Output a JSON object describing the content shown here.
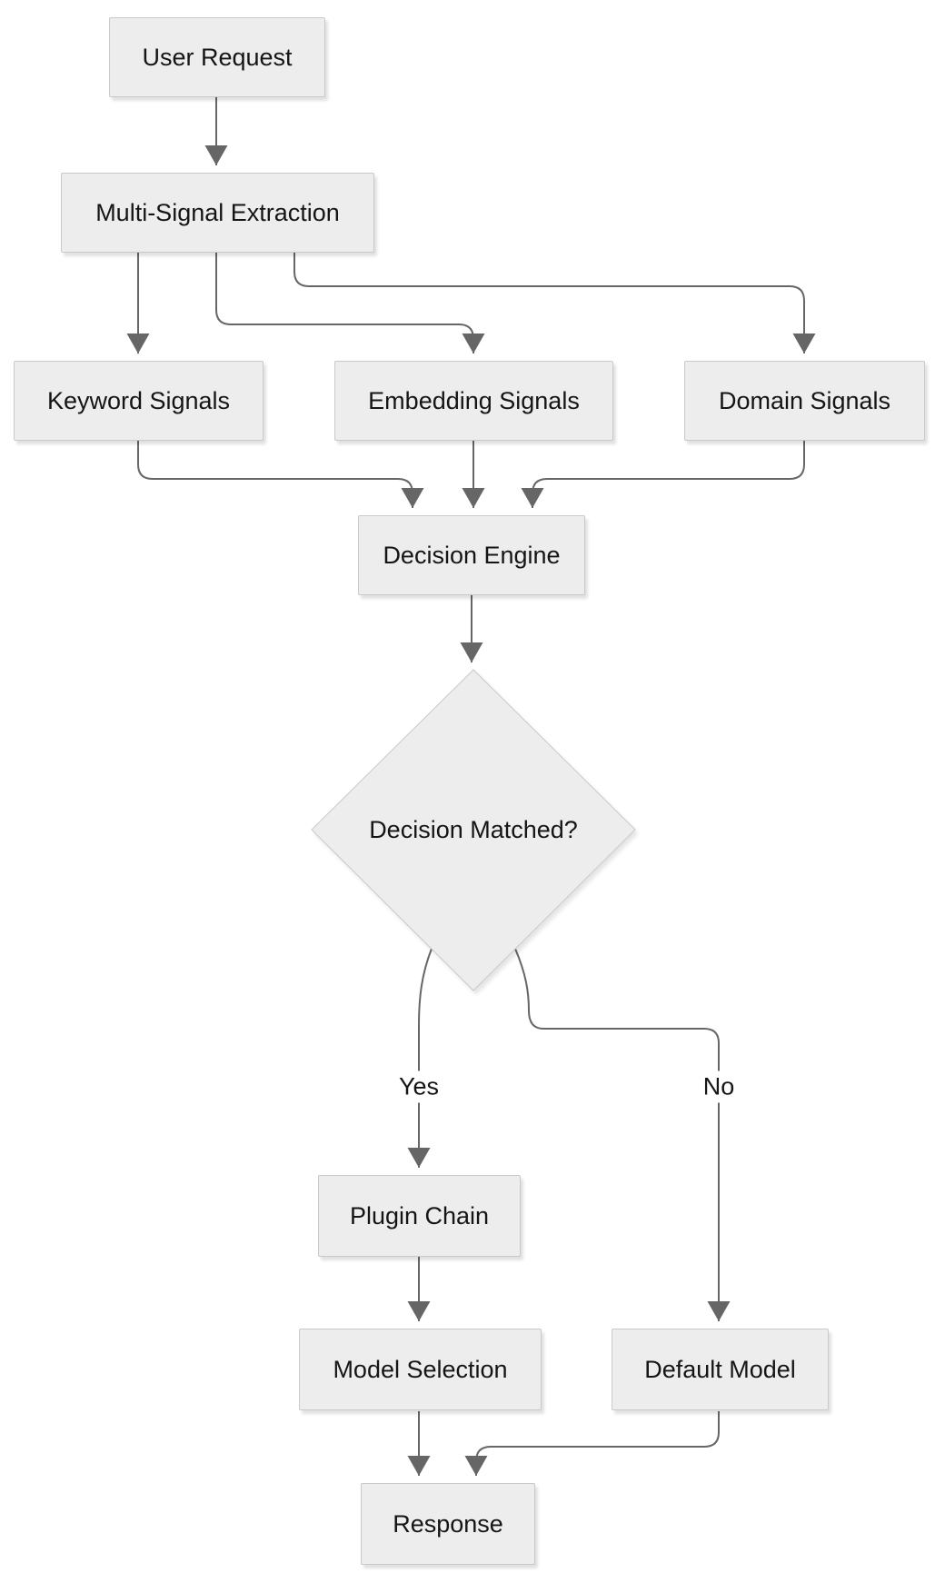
{
  "diagram": {
    "type": "flowchart",
    "direction": "top-down",
    "colors": {
      "background": "#ffffff",
      "node_fill": "#ededed",
      "node_border": "#c9c9c9",
      "edge_stroke": "#666666",
      "text": "#151515"
    },
    "nodes": [
      {
        "id": "user_request",
        "label": "User Request",
        "shape": "rect"
      },
      {
        "id": "multi_signal_extraction",
        "label": "Multi-Signal Extraction",
        "shape": "rect"
      },
      {
        "id": "keyword_signals",
        "label": "Keyword Signals",
        "shape": "rect"
      },
      {
        "id": "embedding_signals",
        "label": "Embedding Signals",
        "shape": "rect"
      },
      {
        "id": "domain_signals",
        "label": "Domain Signals",
        "shape": "rect"
      },
      {
        "id": "decision_engine",
        "label": "Decision Engine",
        "shape": "rect"
      },
      {
        "id": "decision_matched",
        "label": "Decision Matched?",
        "shape": "diamond"
      },
      {
        "id": "plugin_chain",
        "label": "Plugin Chain",
        "shape": "rect"
      },
      {
        "id": "model_selection",
        "label": "Model Selection",
        "shape": "rect"
      },
      {
        "id": "default_model",
        "label": "Default Model",
        "shape": "rect"
      },
      {
        "id": "response",
        "label": "Response",
        "shape": "rect"
      }
    ],
    "edges": [
      {
        "from": "user_request",
        "to": "multi_signal_extraction",
        "label": ""
      },
      {
        "from": "multi_signal_extraction",
        "to": "keyword_signals",
        "label": ""
      },
      {
        "from": "multi_signal_extraction",
        "to": "embedding_signals",
        "label": ""
      },
      {
        "from": "multi_signal_extraction",
        "to": "domain_signals",
        "label": ""
      },
      {
        "from": "keyword_signals",
        "to": "decision_engine",
        "label": ""
      },
      {
        "from": "embedding_signals",
        "to": "decision_engine",
        "label": ""
      },
      {
        "from": "domain_signals",
        "to": "decision_engine",
        "label": ""
      },
      {
        "from": "decision_engine",
        "to": "decision_matched",
        "label": ""
      },
      {
        "from": "decision_matched",
        "to": "plugin_chain",
        "label": "Yes"
      },
      {
        "from": "decision_matched",
        "to": "default_model",
        "label": "No"
      },
      {
        "from": "plugin_chain",
        "to": "model_selection",
        "label": ""
      },
      {
        "from": "model_selection",
        "to": "response",
        "label": ""
      },
      {
        "from": "default_model",
        "to": "response",
        "label": ""
      }
    ]
  }
}
